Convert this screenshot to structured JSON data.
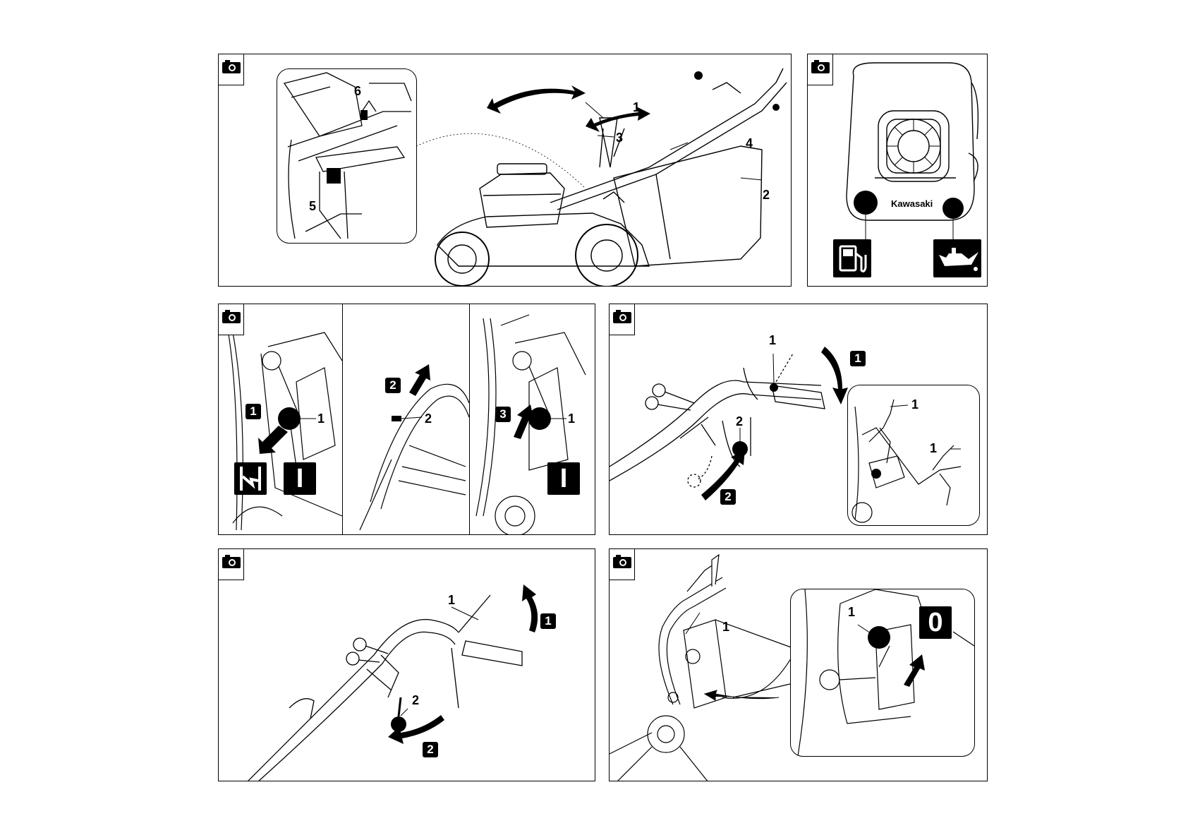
{
  "icons": {
    "camera": "camera-icon",
    "fuel": "fuel-pump-icon",
    "oil": "oil-can-icon"
  },
  "panel1": {
    "labels": [
      "1",
      "2",
      "3",
      "4",
      "5",
      "6"
    ]
  },
  "panel2": {
    "brand": "Kawasaki"
  },
  "panel3": {
    "labels": [
      "1",
      "2",
      "1"
    ],
    "steps": [
      "1",
      "2",
      "3"
    ],
    "symbols": [
      "I"
    ]
  },
  "panel4": {
    "labels": [
      "1",
      "2",
      "1",
      "1"
    ],
    "steps": [
      "1",
      "2"
    ]
  },
  "panel5": {
    "labels": [
      "1",
      "2"
    ],
    "steps": [
      "1",
      "2"
    ]
  },
  "panel6": {
    "labels": [
      "1",
      "1"
    ],
    "symbols": [
      "0"
    ]
  }
}
